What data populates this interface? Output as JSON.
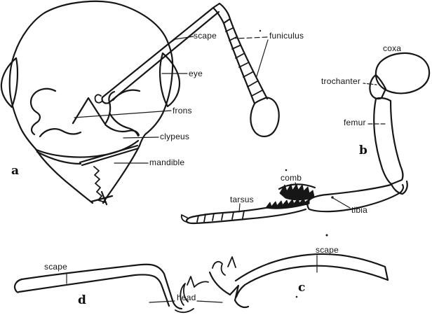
{
  "canvas": {
    "background": "#ffffff",
    "ink": "#161616"
  },
  "labels": {
    "scape_head": "scape",
    "funiculus": "funiculus",
    "eye": "eye",
    "frons": "frons",
    "clypeus": "clypeus",
    "mandible": "mandible",
    "coxa": "coxa",
    "trochanter": "trochanter",
    "femur": "femur",
    "comb": "comb",
    "tarsus": "tarsus",
    "tibia": "tibia",
    "scape_right": "scape",
    "scape_left": "scape",
    "head": "head"
  },
  "panel_letters": {
    "a": "a",
    "b": "b",
    "c": "c",
    "d": "d"
  }
}
